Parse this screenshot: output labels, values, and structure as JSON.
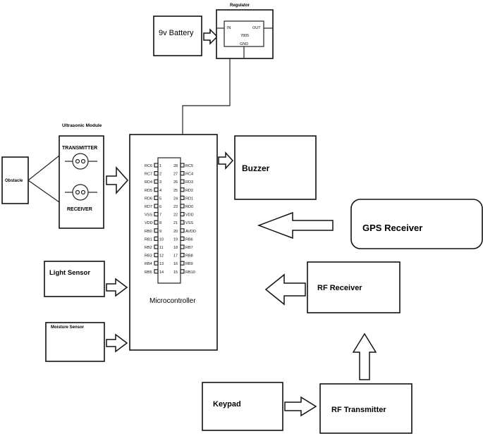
{
  "blocks": {
    "battery": "9v Battery",
    "regulator": "Regulator",
    "regulator_pins": {
      "in": "IN",
      "out": "OUT",
      "gnd": "GND",
      "part": "7805"
    },
    "ultrasonic_module": "Ultrasonic Module",
    "transmitter": "TRANSMITTER",
    "receiver": "RECEIVER",
    "obstacle": "Obstacle",
    "microcontroller": "Microcontroller",
    "buzzer": "Buzzer",
    "gps_receiver": "GPS Receiver",
    "light_sensor": "Light Sensor",
    "moisture_sensor": "Moisture Sensor",
    "rf_receiver": "RF Receiver",
    "keypad": "Keypad",
    "rf_transmitter": "RF Transmitter"
  },
  "ic_pins": {
    "left": [
      "RC6",
      "RC7",
      "RD4",
      "RD5",
      "RD6",
      "RD7",
      "VSS",
      "VDD",
      "RB0",
      "RB1",
      "RB2",
      "RB3",
      "RB4",
      "RB5"
    ],
    "left_numbers": [
      "1",
      "2",
      "3",
      "4",
      "5",
      "6",
      "7",
      "8",
      "9",
      "10",
      "11",
      "12",
      "13",
      "14"
    ],
    "right": [
      "RC5",
      "RC4",
      "RD3",
      "RD2",
      "RD1",
      "RD0",
      "VDD",
      "VSS",
      "AVDD",
      "RB6",
      "RB7",
      "RB8",
      "RB9",
      "RB10"
    ],
    "right_numbers": [
      "28",
      "27",
      "26",
      "25",
      "24",
      "23",
      "22",
      "21",
      "20",
      "19",
      "18",
      "17",
      "16",
      "15"
    ]
  }
}
